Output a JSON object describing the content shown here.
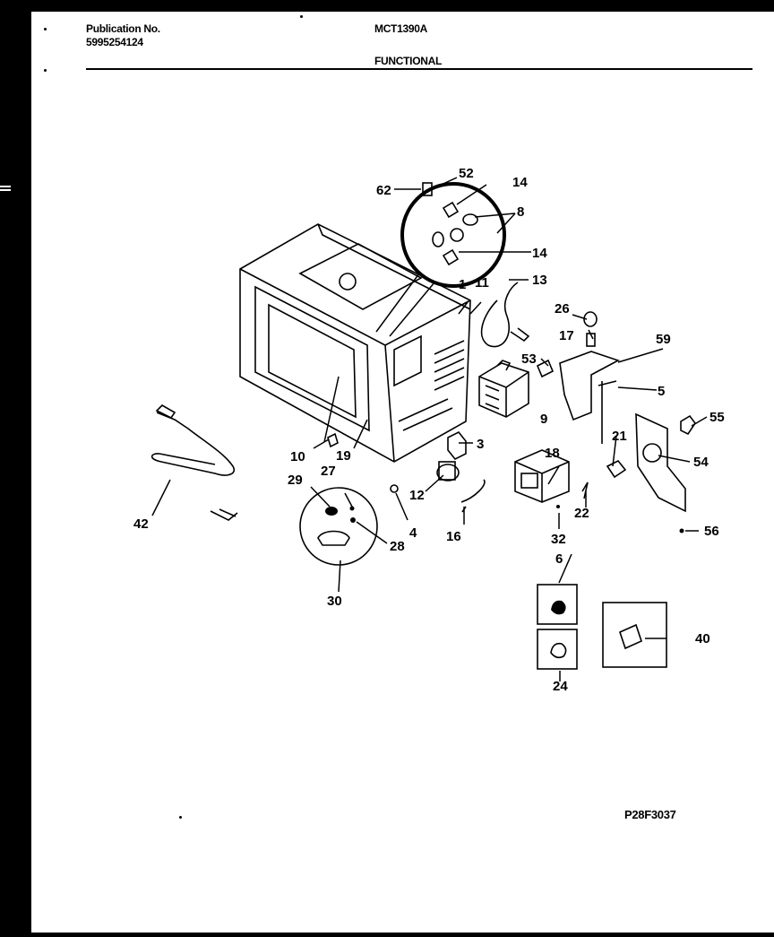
{
  "header": {
    "publication_label": "Publication No.",
    "publication_number": "5995254124",
    "model": "MCT1390A",
    "section": "FUNCTIONAL"
  },
  "diagram_code": "P28F3037",
  "callouts": [
    "1",
    "3",
    "4",
    "5",
    "6",
    "8",
    "9",
    "10",
    "11",
    "12",
    "13",
    "14",
    "14",
    "16",
    "17",
    "18",
    "19",
    "21",
    "22",
    "24",
    "26",
    "27",
    "28",
    "29",
    "30",
    "32",
    "40",
    "42",
    "52",
    "53",
    "54",
    "55",
    "56",
    "59",
    "62"
  ]
}
